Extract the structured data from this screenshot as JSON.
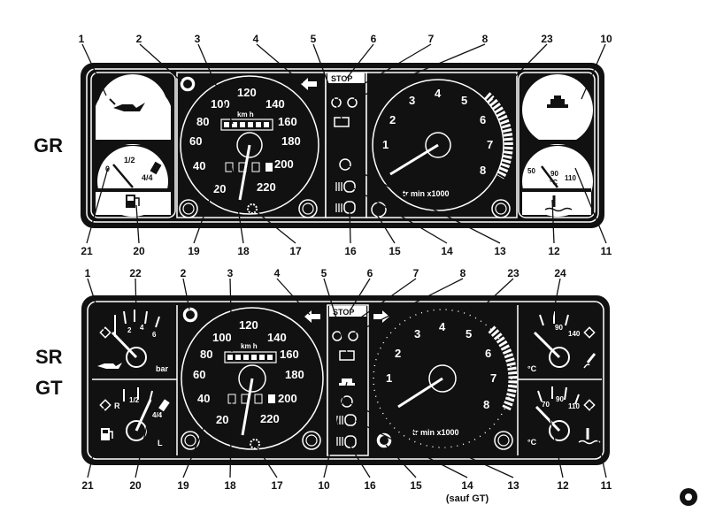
{
  "panels": [
    {
      "label": "GR",
      "callouts": [
        {
          "n": "1"
        },
        {
          "n": "2"
        },
        {
          "n": "3"
        },
        {
          "n": "4"
        },
        {
          "n": "5"
        },
        {
          "n": "6"
        },
        {
          "n": "7"
        },
        {
          "n": "8"
        },
        {
          "n": "23"
        },
        {
          "n": "10"
        },
        {
          "n": "21"
        },
        {
          "n": "20"
        },
        {
          "n": "19"
        },
        {
          "n": "18"
        },
        {
          "n": "17"
        },
        {
          "n": "16"
        },
        {
          "n": "15"
        },
        {
          "n": "14"
        },
        {
          "n": "13"
        },
        {
          "n": "12"
        },
        {
          "n": "11"
        }
      ],
      "stop": "STOP",
      "speed_ticks": [
        "20",
        "40",
        "60",
        "80",
        "100",
        "120",
        "140",
        "160",
        "180",
        "200",
        "220"
      ],
      "speed_unit": "km h",
      "rpm_ticks": [
        "1",
        "2",
        "3",
        "4",
        "5",
        "6",
        "7",
        "8"
      ],
      "rpm_unit": "tr min x1000",
      "fuel_ticks": [
        "0",
        "1/2",
        "4/4"
      ],
      "temp_ticks": [
        "50",
        "90",
        "110"
      ],
      "temp_unit": "°C"
    },
    {
      "label_line1": "SR",
      "label_line2": "GT",
      "callouts": [
        {
          "n": "1"
        },
        {
          "n": "22"
        },
        {
          "n": "2"
        },
        {
          "n": "3"
        },
        {
          "n": "4"
        },
        {
          "n": "5"
        },
        {
          "n": "6"
        },
        {
          "n": "7"
        },
        {
          "n": "8"
        },
        {
          "n": "23"
        },
        {
          "n": "24"
        },
        {
          "n": "21"
        },
        {
          "n": "20"
        },
        {
          "n": "19"
        },
        {
          "n": "18"
        },
        {
          "n": "17"
        },
        {
          "n": "10"
        },
        {
          "n": "16"
        },
        {
          "n": "15"
        },
        {
          "n": "14"
        },
        {
          "n": "13"
        },
        {
          "n": "12"
        },
        {
          "n": "11"
        }
      ],
      "sauf": "(sauf GT)",
      "stop": "STOP",
      "speed_ticks": [
        "20",
        "40",
        "60",
        "80",
        "100",
        "120",
        "140",
        "160",
        "180",
        "200",
        "220"
      ],
      "speed_unit": "km h",
      "rpm_ticks": [
        "1",
        "2",
        "3",
        "4",
        "5",
        "6",
        "7",
        "8"
      ],
      "rpm_unit": "tr min x1000",
      "oil_ticks": [
        "2",
        "4",
        "6"
      ],
      "oil_unit": "bar",
      "fuel_ticks": [
        "R",
        "1/2",
        "4/4"
      ],
      "fuel_marks": [
        "L"
      ],
      "oiltemp_ticks": [
        "90",
        "140"
      ],
      "watertemp_ticks": [
        "70",
        "90",
        "110"
      ],
      "temp_unit": "°C"
    }
  ],
  "corner_mark": "●"
}
